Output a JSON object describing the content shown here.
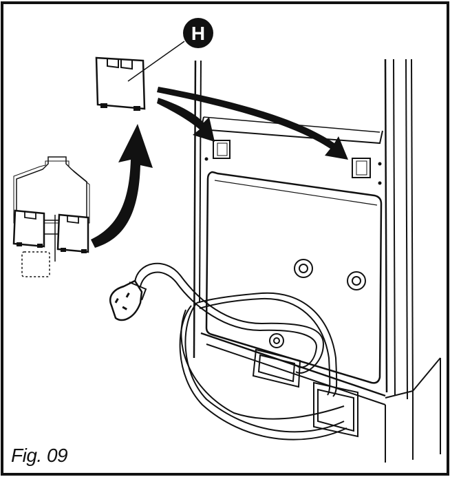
{
  "figure": {
    "caption": "Fig. 09",
    "callout_label": "H"
  },
  "colors": {
    "ink": "#111111",
    "panel_fill": "#ffffff",
    "shadow_fill": "#f1f1f1",
    "arrow_fill": "#111111"
  },
  "icons": [
    "refrigerator-back",
    "hinge-cover",
    "accessory-bag",
    "power-plug",
    "power-cord",
    "arrow"
  ]
}
